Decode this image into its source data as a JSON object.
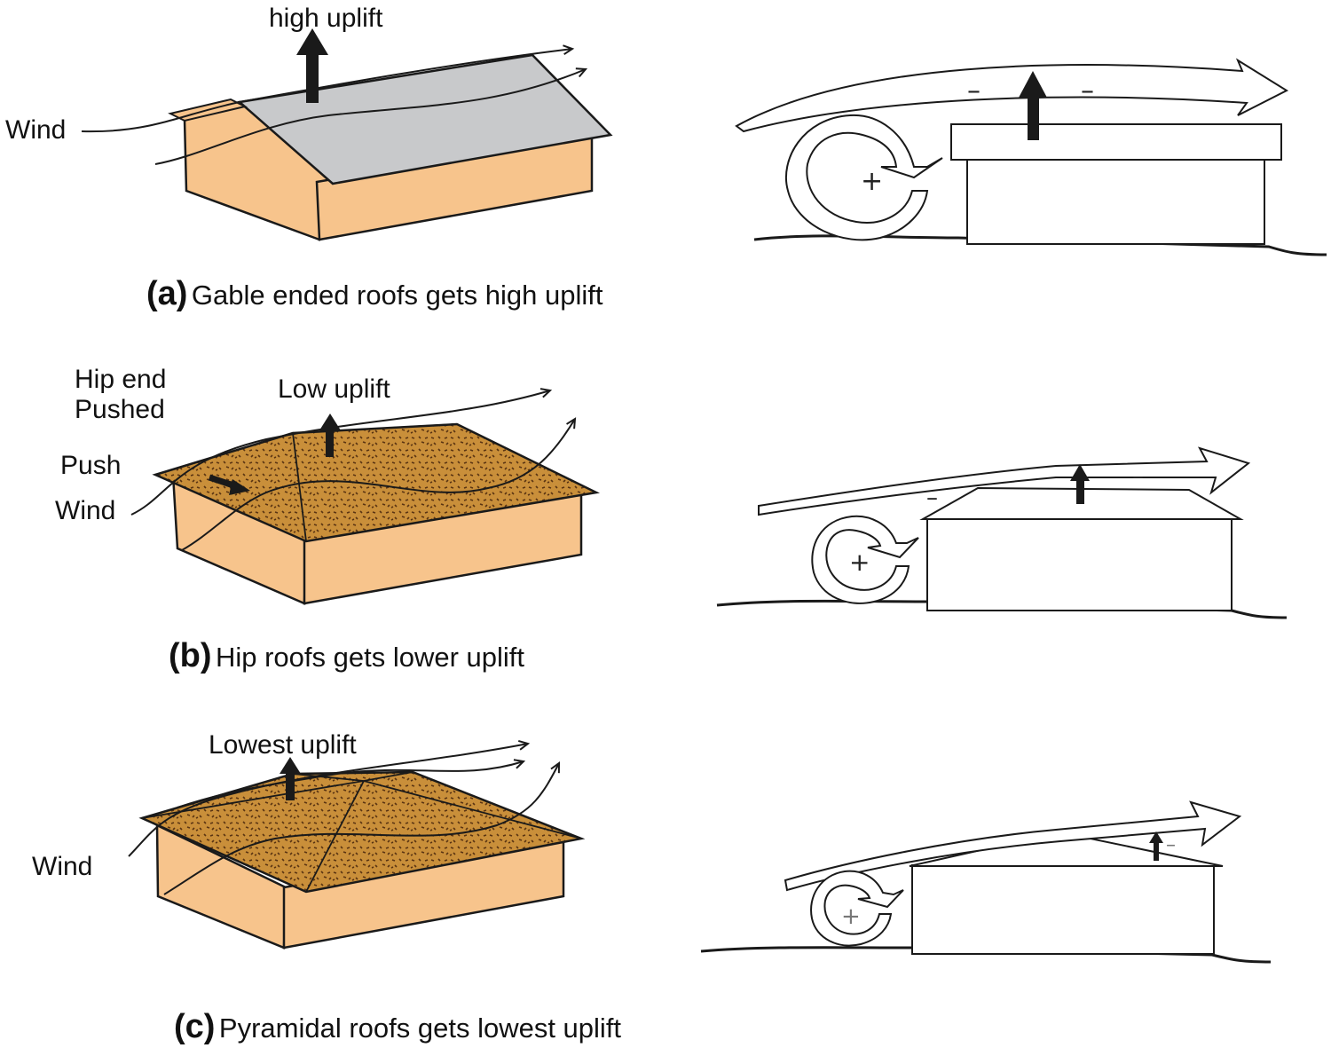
{
  "panels": [
    {
      "id": "a",
      "uplift_label": "high uplift",
      "wind_label": "Wind",
      "caption_tag": "(a)",
      "caption_text": "Gable ended roofs gets high uplift",
      "section_signs": {
        "suction_left": "–",
        "suction_right": "–",
        "pressure": "+"
      }
    },
    {
      "id": "b",
      "hip_label_1": "Hip end",
      "hip_label_2": "Pushed",
      "uplift_label": "Low uplift",
      "push_label": "Push",
      "wind_label": "Wind",
      "caption_tag": "(b)",
      "caption_text": "Hip roofs gets lower uplift",
      "section_signs": {
        "suction_left": "–",
        "suction_right": "–",
        "pressure": "+"
      }
    },
    {
      "id": "c",
      "uplift_label": "Lowest uplift",
      "wind_label": "Wind",
      "caption_tag": "(c)",
      "caption_text": "Pyramidal roofs gets lowest uplift",
      "section_signs": {
        "suction_right": "–",
        "pressure": "+"
      }
    }
  ],
  "colors": {
    "wall": "#f7c48c",
    "gable_roof": "#c8c9cb",
    "shingle_roof": "#c98f3a",
    "shingle_speck": "#5a3412",
    "line": "#1a1a1a"
  }
}
